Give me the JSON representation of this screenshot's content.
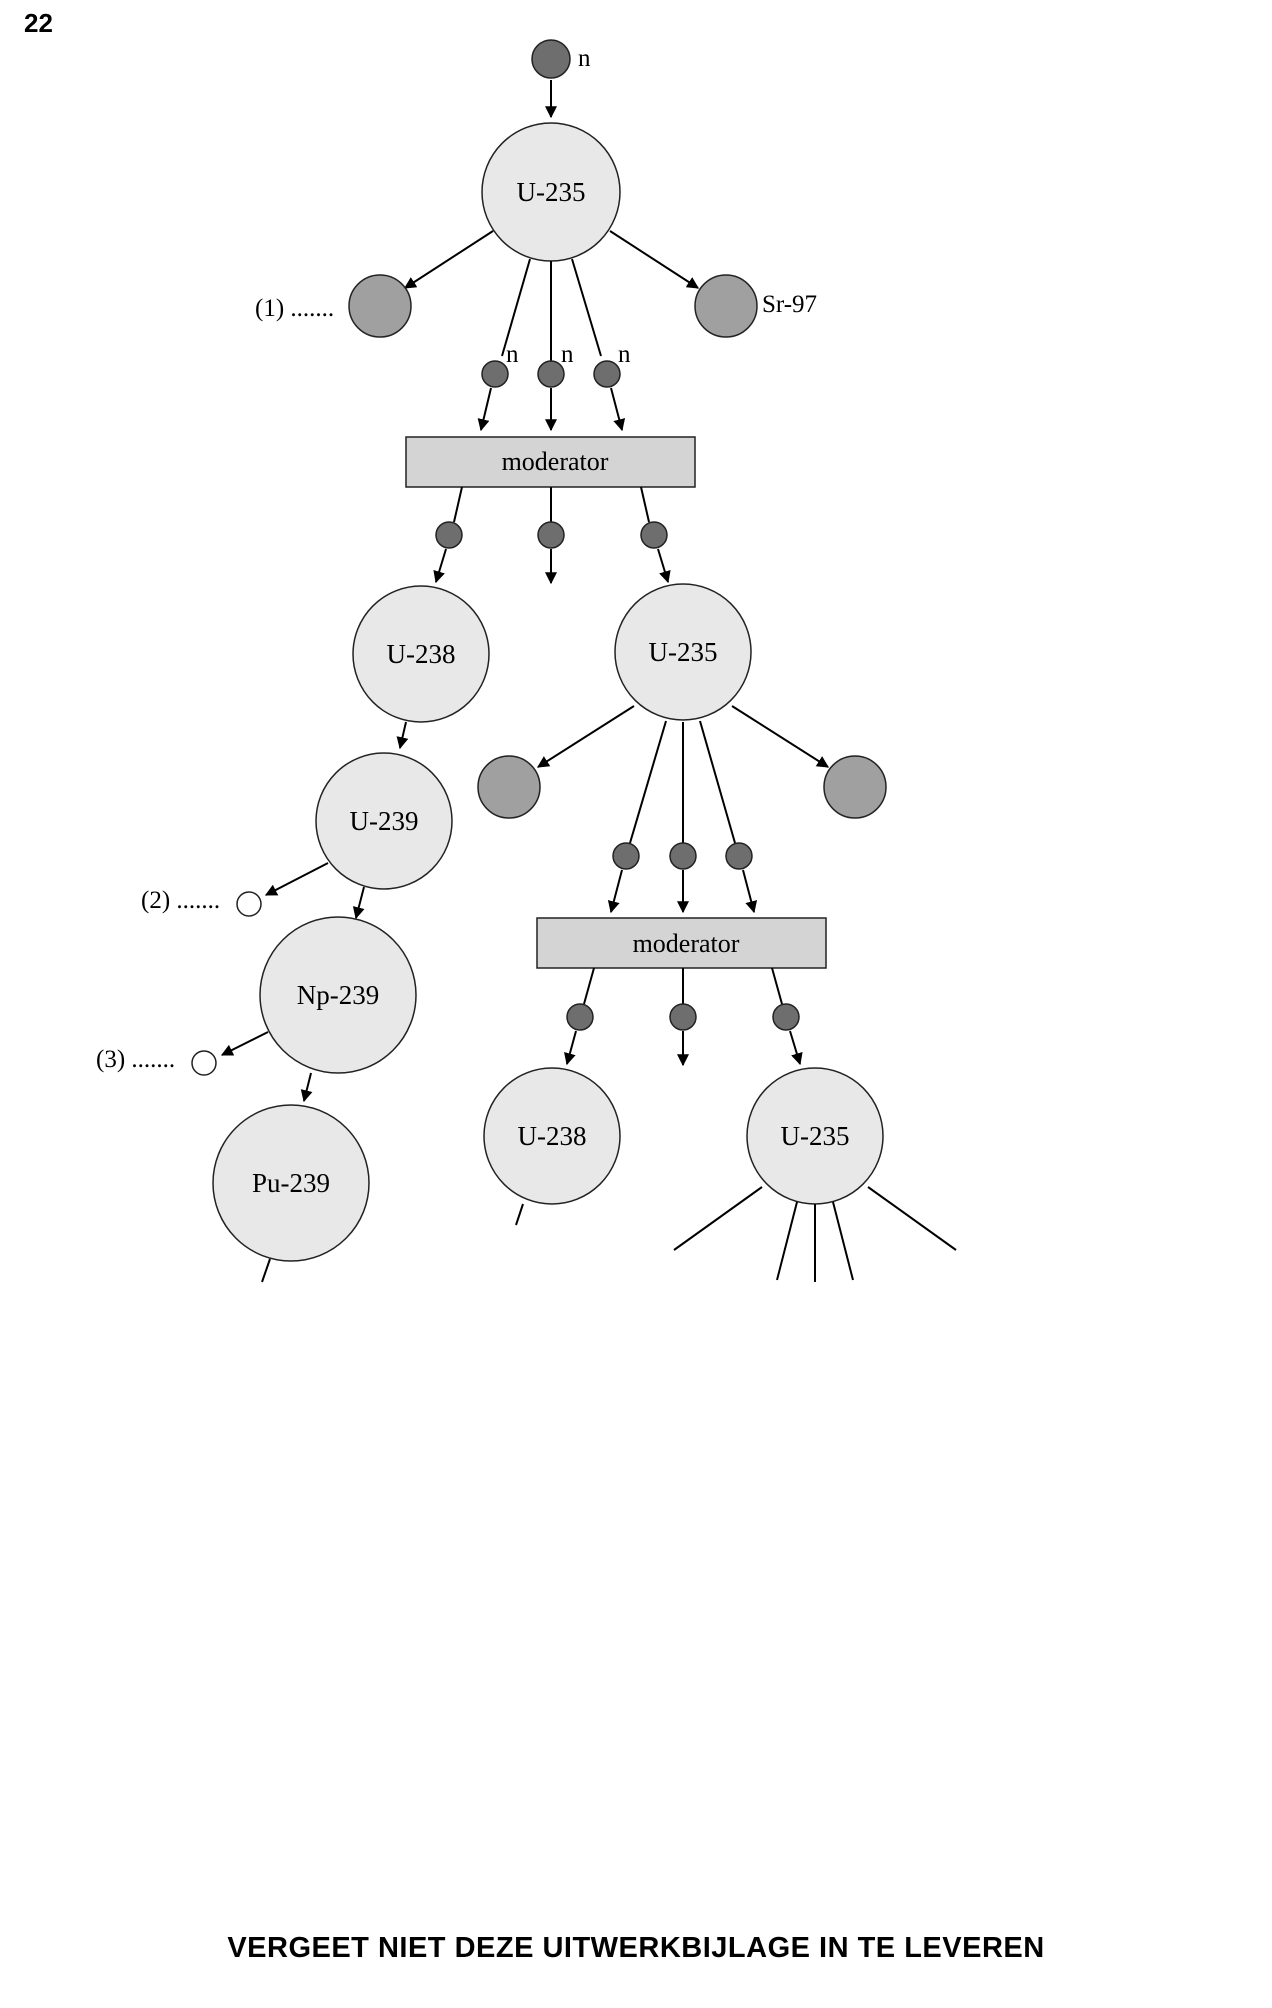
{
  "page": {
    "number": "22"
  },
  "footer": {
    "notice": "VERGEET NIET DEZE UITWERKBIJLAGE IN TE LEVEREN"
  },
  "diagram": {
    "neutron_symbol": "n",
    "nuclei": {
      "top_u235": "U-235",
      "u238_a": "U-238",
      "u235_b": "U-235",
      "u239": "U-239",
      "np239": "Np-239",
      "pu239": "Pu-239",
      "u238_c": "U-238",
      "u235_c": "U-235"
    },
    "fragment_right": "Sr-97",
    "blanks": {
      "one": "(1) .......",
      "two": "(2) .......",
      "three": "(3) ......."
    },
    "moderator_label": "moderator"
  },
  "colors": {
    "nucleus": "#e8e8e8",
    "fragment": "#a0a0a0",
    "neutron": "#6e6e6e",
    "moderator": "#d4d4d4"
  }
}
